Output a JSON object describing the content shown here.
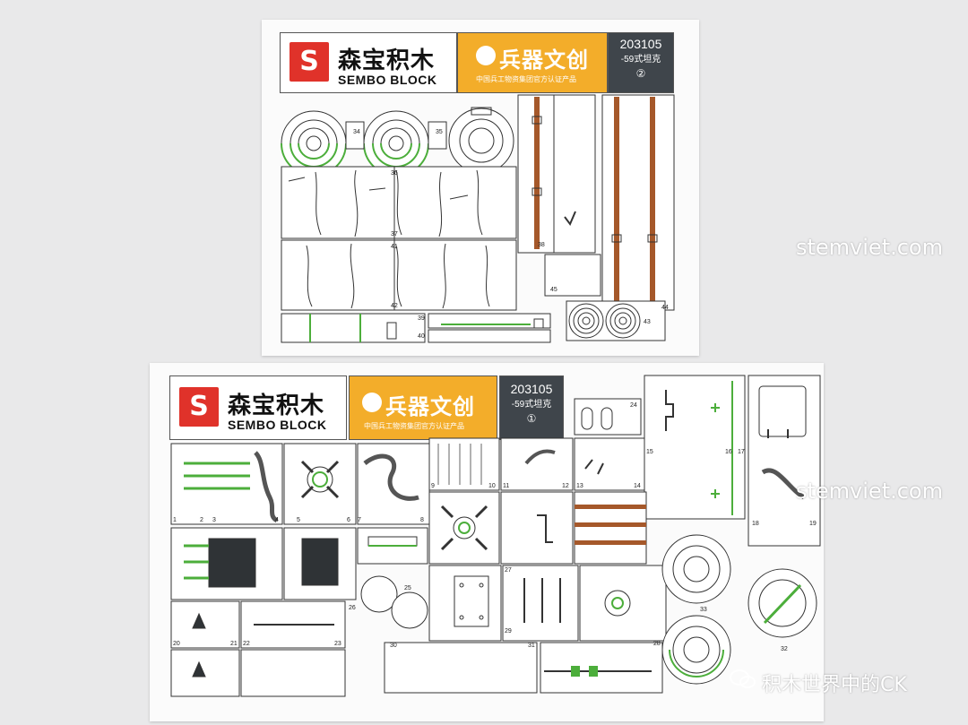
{
  "sheet2": {
    "brand_cn": "森宝积木",
    "brand_en": "SEMBO BLOCK",
    "series_title": "兵器文创",
    "series_sub": "中国兵工物资集团官方认证产品",
    "code": "203105",
    "model": "-59式坦克",
    "sheet_number": "②",
    "part_numbers": [
      "34",
      "35",
      "36",
      "37",
      "41",
      "42",
      "39",
      "40",
      "38",
      "45",
      "43",
      "44"
    ]
  },
  "sheet1": {
    "brand_cn": "森宝积木",
    "brand_en": "SEMBO BLOCK",
    "series_title": "兵器文创",
    "series_sub": "中国兵工物资集团官方认证产品",
    "code": "203105",
    "model": "-59式坦克",
    "sheet_number": "①",
    "part_numbers": [
      "1",
      "2",
      "3",
      "4",
      "5",
      "6",
      "7",
      "8",
      "9",
      "10",
      "11",
      "12",
      "13",
      "14",
      "15",
      "16",
      "17",
      "18",
      "19",
      "20",
      "21",
      "22",
      "23",
      "24",
      "25",
      "26",
      "27",
      "28",
      "29",
      "30",
      "31",
      "32",
      "33"
    ]
  },
  "watermarks": {
    "site_1": "stemviet.com",
    "site_2": "stemviet.com",
    "credit": "积木世界中的CK"
  },
  "colors": {
    "brand_red": "#e0322a",
    "series_yellow": "#f3ad2a",
    "code_dark": "#3f454b",
    "accent_green": "#4cae3b",
    "strap_brown": "#a5582a"
  }
}
